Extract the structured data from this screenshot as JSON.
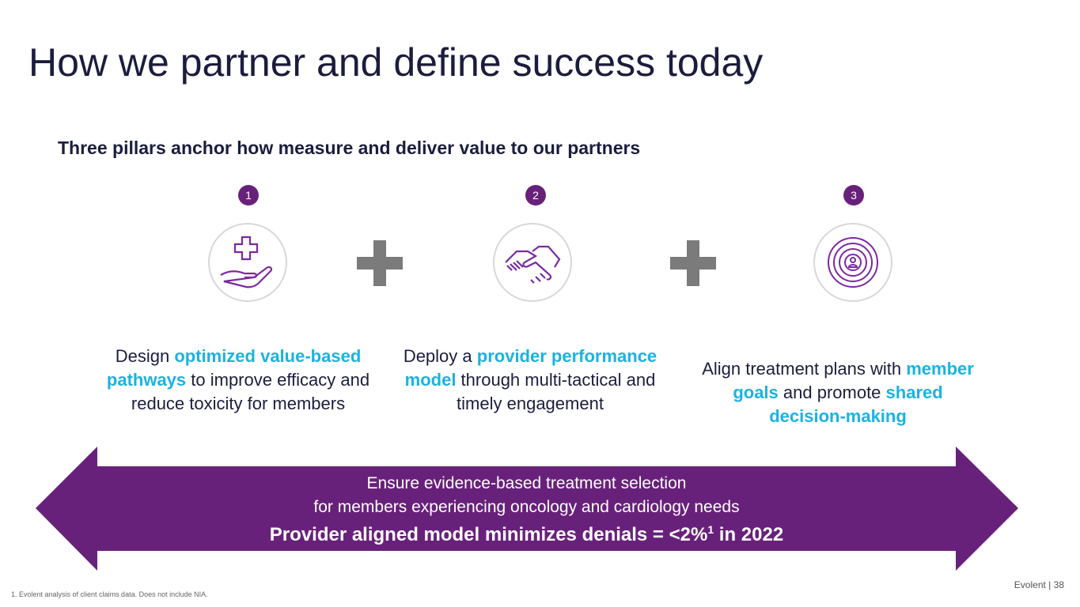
{
  "title": "How we partner and define success today",
  "subtitle": "Three pillars anchor how measure and deliver value to our partners",
  "pillars": [
    {
      "number": "1",
      "icon": "hand-with-medical-cross-icon",
      "parts": [
        "Design ",
        "optimized value-based pathways",
        " to improve efficacy and reduce toxicity for members"
      ]
    },
    {
      "number": "2",
      "icon": "handshake-icon",
      "parts": [
        "Deploy a ",
        "provider performance model",
        " through multi-tactical and timely engagement"
      ]
    },
    {
      "number": "3",
      "icon": "target-person-icon",
      "parts": [
        "Align treatment plans with ",
        "member goals",
        " and promote ",
        "shared decision-making"
      ]
    }
  ],
  "banner": {
    "line1": "Ensure evidence-based treatment selection",
    "line2": "for members experiencing oncology and cardiology needs",
    "highlight": "Provider aligned model minimizes denials = <2%",
    "superscript": "1",
    "highlight_end": " in 2022"
  },
  "colors": {
    "purple": "#68217a",
    "teal": "#1ab3e0",
    "navy": "#1c1d3d"
  },
  "footer": {
    "footnote": "1.    Evolent analysis of client claims data.  Does not include NIA.",
    "brand": "Evolent",
    "separator": "|",
    "page": "38"
  }
}
